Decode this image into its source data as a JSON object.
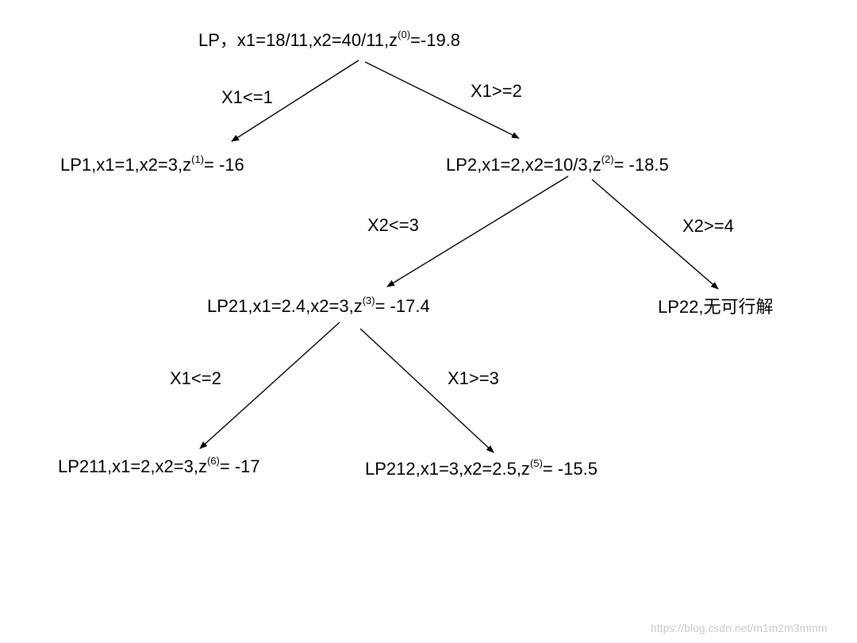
{
  "nodes": {
    "root": {
      "prefix": "LP，x1=18/11,x2=40/11,z",
      "sup": "(0)",
      "suffix": "=-19.8"
    },
    "lp1": {
      "prefix": "LP1,x1=1,x2=3,z",
      "sup": "(1)",
      "suffix": "= -16"
    },
    "lp2": {
      "prefix": "LP2,x1=2,x2=10/3,z",
      "sup": "(2)",
      "suffix": "= -18.5"
    },
    "lp21": {
      "prefix": "LP21,x1=2.4,x2=3,z",
      "sup": "(3)",
      "suffix": "= -17.4"
    },
    "lp22": {
      "prefix": "LP22,",
      "cjk": "无可行解"
    },
    "lp211": {
      "prefix": "LP211,x1=2,x2=3,z",
      "sup": "(6)",
      "suffix": "= -17"
    },
    "lp212": {
      "prefix": "LP212,x1=3,x2=2.5,z",
      "sup": "(5)",
      "suffix": "= -15.5"
    }
  },
  "branches": {
    "root_lp1": "X1<=1",
    "root_lp2": "X1>=2",
    "lp2_lp21": "X2<=3",
    "lp2_lp22": "X2>=4",
    "lp21_lp211": "X1<=2",
    "lp21_lp212": "X1>=3"
  },
  "watermark": "https://blog.csdn.net/m1m2m3mmm",
  "colors": {
    "ink": "#000000",
    "watermark": "#c9c9c9"
  }
}
